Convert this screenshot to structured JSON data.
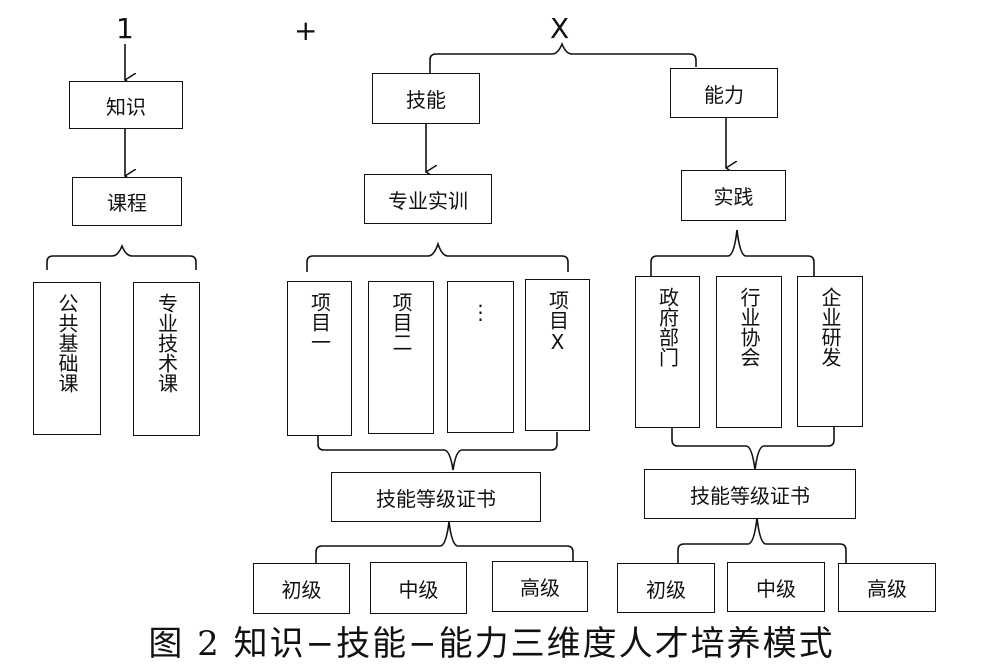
{
  "symbols": {
    "one": "1",
    "plus": "+",
    "x": "X"
  },
  "knowledge": {
    "title": "知识",
    "course": "课程",
    "items": [
      "公共基础课",
      "专业技术课"
    ]
  },
  "skill": {
    "title": "技能",
    "training": "专业实训",
    "projects": [
      "项目一",
      "项目二",
      "⋮",
      "项目X"
    ],
    "certificate": "技能等级证书",
    "levels": [
      "初级",
      "中级",
      "高级"
    ]
  },
  "ability": {
    "title": "能力",
    "practice": "实践",
    "items": [
      "政府部门",
      "行业协会",
      "企业研发"
    ],
    "certificate": "技能等级证书",
    "levels": [
      "初级",
      "中级",
      "高级"
    ]
  },
  "caption": "图 2 知识−技能−能力三维度人才培养模式"
}
